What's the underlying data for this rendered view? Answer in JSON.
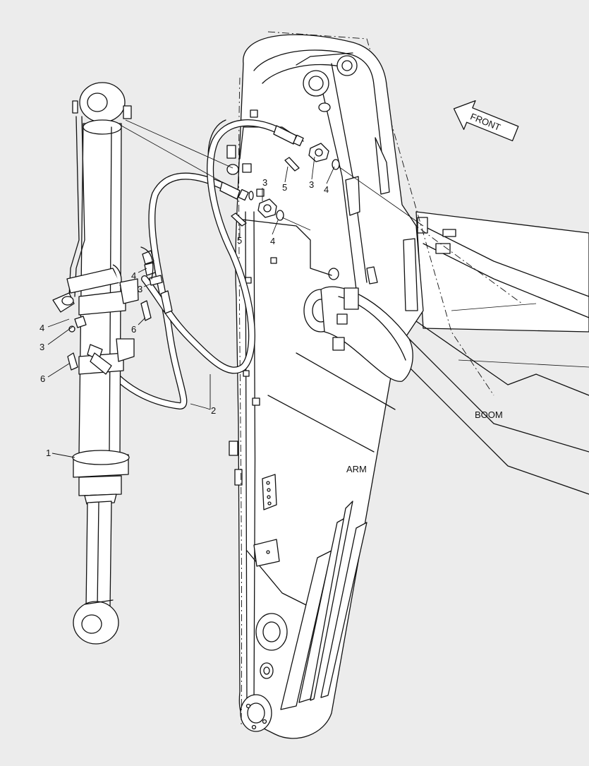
{
  "diagram": {
    "callouts": [
      {
        "id": "c1",
        "text": "1"
      },
      {
        "id": "c2",
        "text": "2"
      },
      {
        "id": "c3a",
        "text": "3"
      },
      {
        "id": "c3b",
        "text": "3"
      },
      {
        "id": "c3c",
        "text": "3"
      },
      {
        "id": "c3d",
        "text": "3"
      },
      {
        "id": "c4a",
        "text": "4"
      },
      {
        "id": "c4b",
        "text": "4"
      },
      {
        "id": "c4c",
        "text": "4"
      },
      {
        "id": "c4d",
        "text": "4"
      },
      {
        "id": "c5a",
        "text": "5"
      },
      {
        "id": "c5b",
        "text": "5"
      },
      {
        "id": "c6a",
        "text": "6"
      },
      {
        "id": "c6b",
        "text": "6"
      }
    ],
    "labels": {
      "front": "FRONT",
      "boom": "BOOM",
      "arm": "ARM"
    },
    "colors": {
      "background": "#ececec",
      "line": "#111111",
      "fill": "#ffffff"
    }
  }
}
